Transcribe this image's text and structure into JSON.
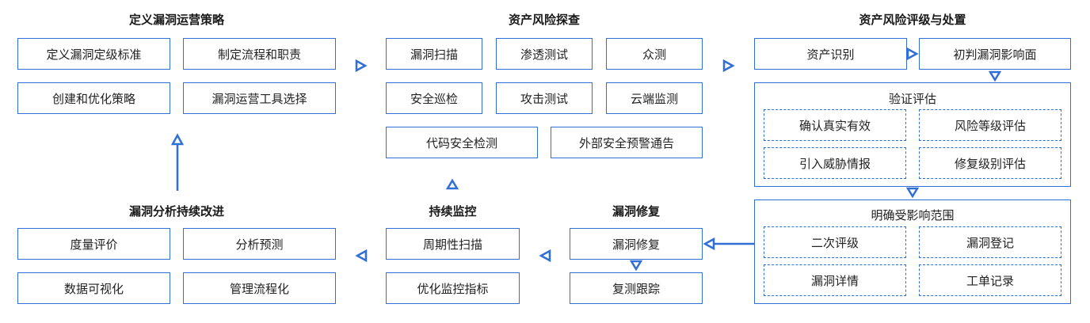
{
  "sections": {
    "define": {
      "title": "定义漏洞运营策略",
      "items": [
        "定义漏洞定级标准",
        "制定流程和职责",
        "创建和优化策略",
        "漏洞运营工具选择"
      ]
    },
    "discovery": {
      "title": "资产风险探查",
      "items": [
        "漏洞扫描",
        "渗透测试",
        "众测",
        "安全巡检",
        "攻击测试",
        "云端监测",
        "代码安全检测",
        "外部安全预警通告"
      ]
    },
    "assessment": {
      "title": "资产风险评级与处置",
      "asset_id": "资产识别",
      "initial_judge": "初判漏洞影响面",
      "verify": {
        "title": "验证评估",
        "items": [
          "确认真实有效",
          "风险等级评估",
          "引入威胁情报",
          "修复级别评估"
        ]
      },
      "scope": {
        "title": "明确受影响范围",
        "items": [
          "二次评级",
          "漏洞登记",
          "漏洞详情",
          "工单记录"
        ]
      }
    },
    "repair": {
      "title": "漏洞修复",
      "items": [
        "漏洞修复",
        "复测跟踪"
      ]
    },
    "monitor": {
      "title": "持续监控",
      "items": [
        "周期性扫描",
        "优化监控指标"
      ]
    },
    "improve": {
      "title": "漏洞分析持续改进",
      "items": [
        "度量评价",
        "分析预测",
        "数据可视化",
        "管理流程化"
      ]
    }
  },
  "colors": {
    "accent": "#2f6fd6"
  }
}
